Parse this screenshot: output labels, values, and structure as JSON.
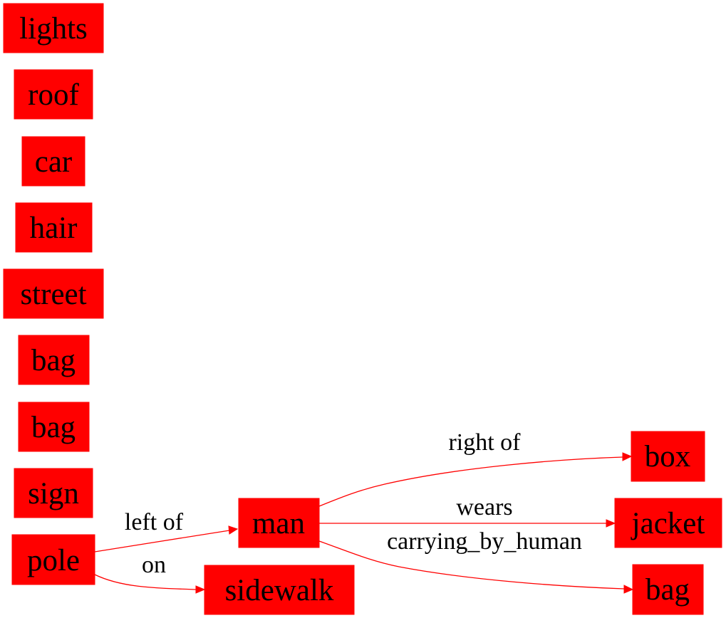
{
  "colors": {
    "node_fill": "#ff0000",
    "edge": "#ff0000",
    "text": "#000000",
    "background": "#ffffff"
  },
  "nodes": {
    "lights": "lights",
    "roof": "roof",
    "car": "car",
    "hair": "hair",
    "street": "street",
    "bag1": "bag",
    "bag2": "bag",
    "sign": "sign",
    "pole": "pole",
    "man": "man",
    "sidewalk": "sidewalk",
    "box": "box",
    "jacket": "jacket",
    "bag3": "bag"
  },
  "edges": [
    {
      "from": "pole",
      "to": "man",
      "label": "left of"
    },
    {
      "from": "pole",
      "to": "sidewalk",
      "label": "on"
    },
    {
      "from": "man",
      "to": "box",
      "label": "right of"
    },
    {
      "from": "man",
      "to": "jacket",
      "label": "wears"
    },
    {
      "from": "man",
      "to": "bag3",
      "label": "carrying_by_human"
    }
  ]
}
